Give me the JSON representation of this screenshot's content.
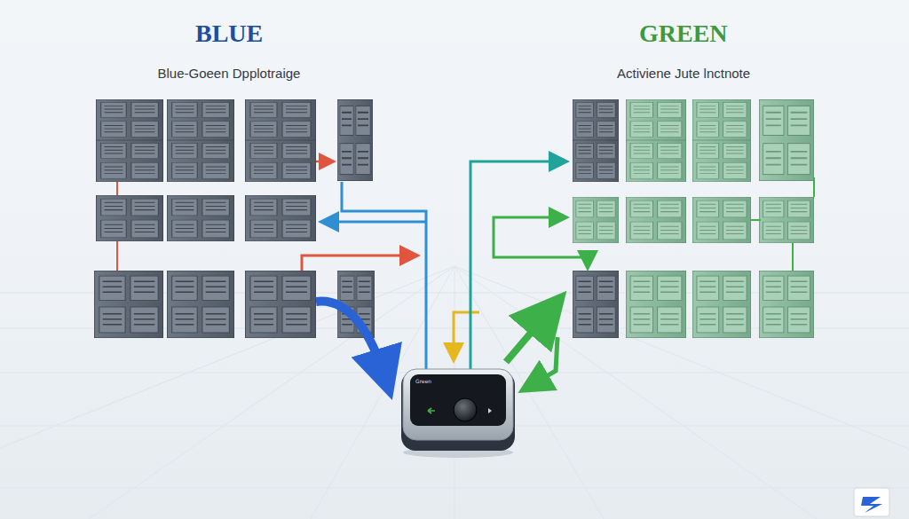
{
  "diagram": {
    "nodes": [
      {
        "text": [
          "Green"
        ]
      }
    ],
    "edges": [],
    "labels": [
      "BLUE",
      "Blue-Goeen Dpplotraige",
      "GREEN",
      "Activiene Jute lnctnote"
    ]
  }
}
